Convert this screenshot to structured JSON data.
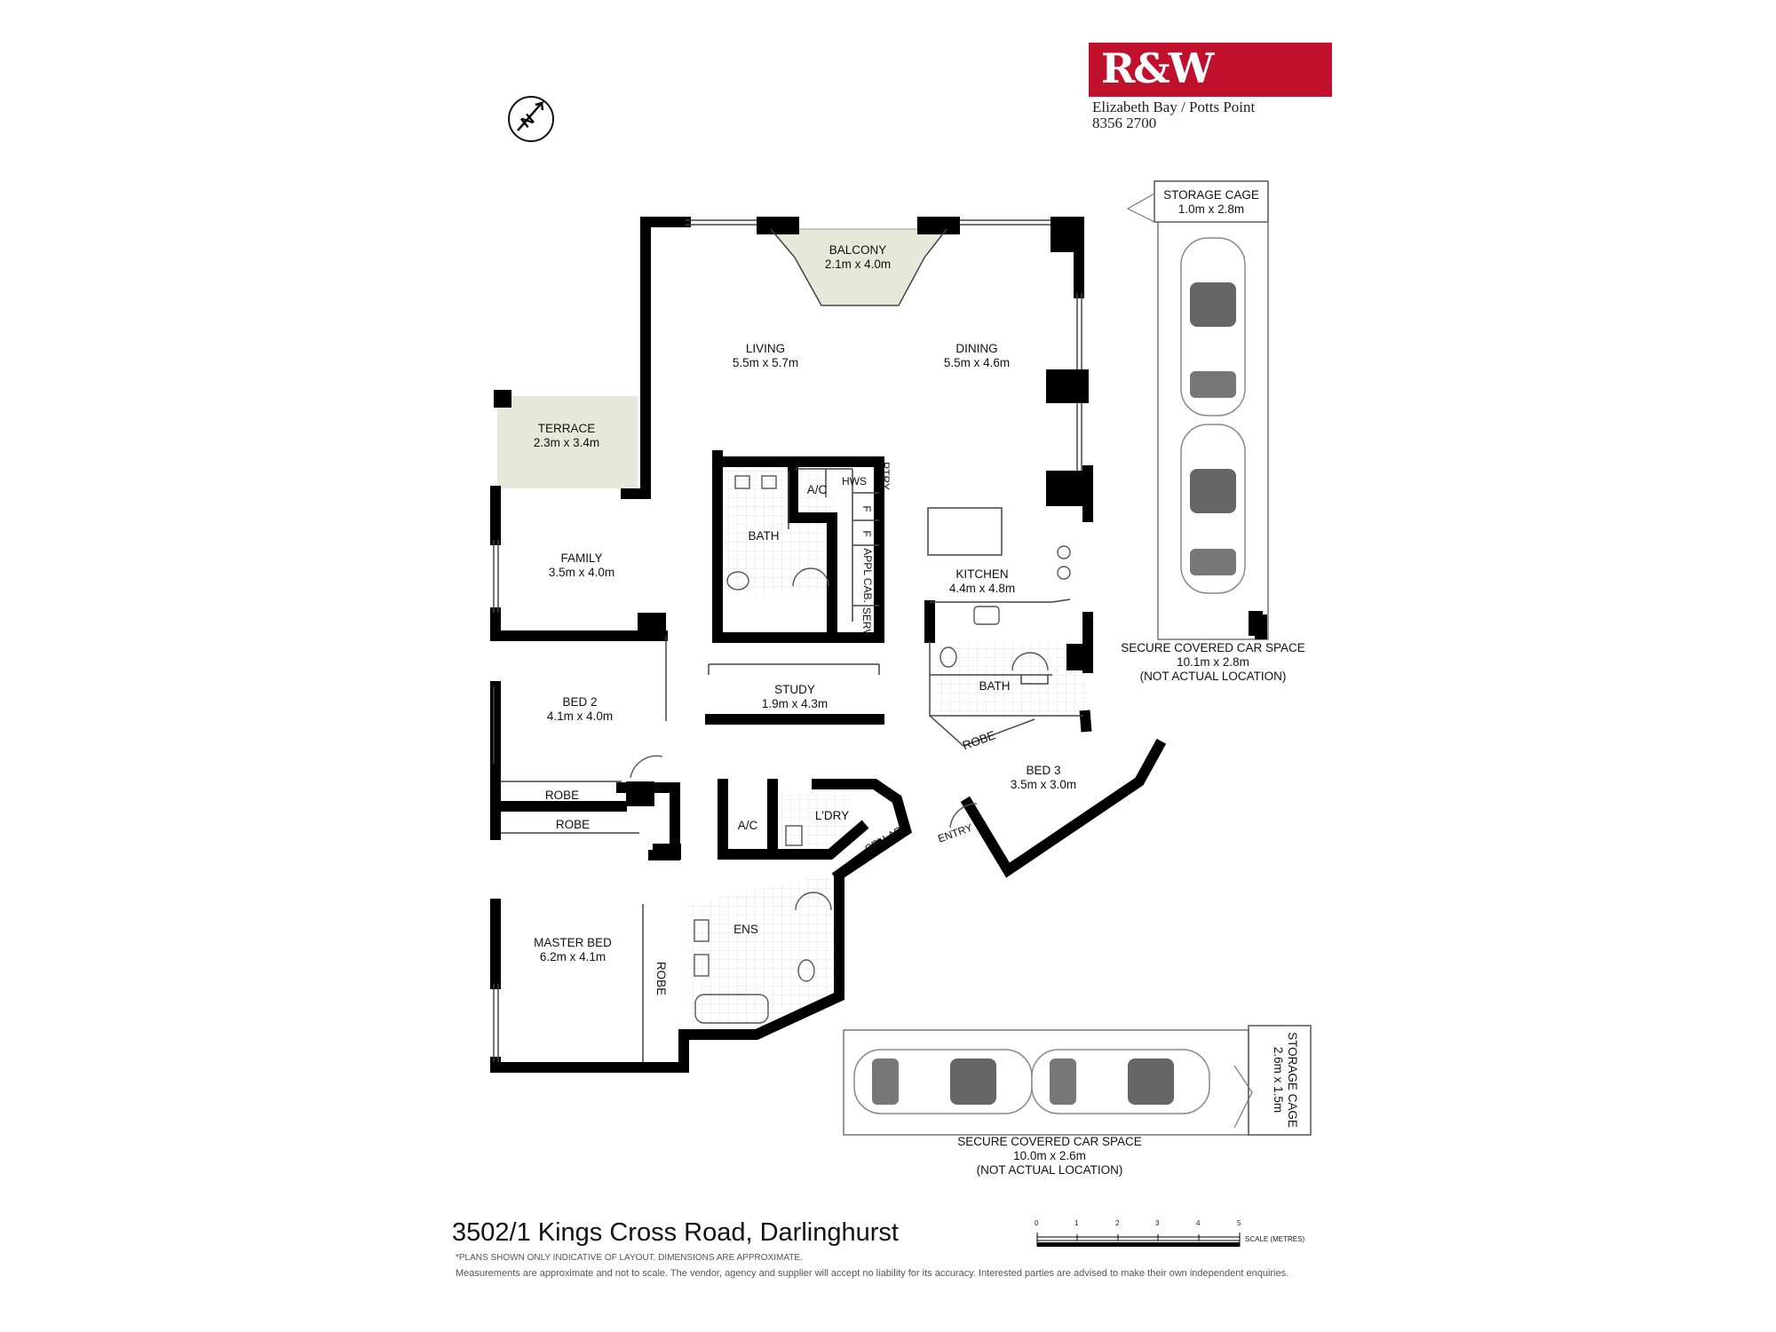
{
  "brand": {
    "logo_text": "R&W",
    "office": "Elizabeth Bay / Potts Point",
    "phone": "8356 2700",
    "color": "#c0102c"
  },
  "compass": {
    "label": "N"
  },
  "rooms": {
    "balcony": {
      "name": "BALCONY",
      "dims": "2.1m x 4.0m"
    },
    "living": {
      "name": "LIVING",
      "dims": "5.5m x 5.7m"
    },
    "dining": {
      "name": "DINING",
      "dims": "5.5m x 4.6m"
    },
    "terrace": {
      "name": "TERRACE",
      "dims": "2.3m x 3.4m"
    },
    "family": {
      "name": "FAMILY",
      "dims": "3.5m x 4.0m"
    },
    "bath_main": {
      "name": "BATH"
    },
    "ac_top": {
      "name": "A/C"
    },
    "hws": {
      "name": "HWS"
    },
    "ptry": {
      "name": "PTRY"
    },
    "f1": {
      "name": "F"
    },
    "f2": {
      "name": "F"
    },
    "appl_cab": {
      "name": "APPL CAB."
    },
    "serv": {
      "name": "SERV"
    },
    "kitchen": {
      "name": "KITCHEN",
      "dims": "4.4m x 4.8m"
    },
    "bed2": {
      "name": "BED 2",
      "dims": "4.1m x 4.0m"
    },
    "study": {
      "name": "STUDY",
      "dims": "1.9m x 4.3m"
    },
    "bath_two": {
      "name": "BATH"
    },
    "robe_bed3": {
      "name": "ROBE"
    },
    "bed3": {
      "name": "BED 3",
      "dims": "3.5m x 3.0m"
    },
    "robe_a": {
      "name": "ROBE"
    },
    "robe_b": {
      "name": "ROBE"
    },
    "ac_low": {
      "name": "A/C"
    },
    "ldry": {
      "name": "L'DRY"
    },
    "cellar": {
      "name": "CELLAR"
    },
    "entry": {
      "name": "ENTRY"
    },
    "ens": {
      "name": "ENS"
    },
    "master": {
      "name": "MASTER BED",
      "dims": "6.2m x 4.1m"
    },
    "robe_master": {
      "name": "ROBE"
    }
  },
  "storage_top": {
    "name": "STORAGE CAGE",
    "dims": "1.0m x 2.8m"
  },
  "carspace_top": {
    "line1": "SECURE COVERED CAR SPACE",
    "dims": "10.1m x 2.8m",
    "note": "(NOT ACTUAL LOCATION)"
  },
  "storage_bottom": {
    "name": "STORAGE CAGE",
    "dims": "2.6m x 1.5m"
  },
  "carspace_bottom": {
    "line1": "SECURE COVERED CAR SPACE",
    "dims": "10.0m x 2.6m",
    "note": "(NOT ACTUAL LOCATION)"
  },
  "address": "3502/1 Kings Cross Road, Darlinghurst",
  "disclaimer_1": "*PLANS SHOWN ONLY INDICATIVE OF LAYOUT. DIMENSIONS ARE APPROXIMATE.",
  "disclaimer_2": "Measurements are approximate and not to scale. The vendor, agency and supplier will accept no liability for its accuracy. Interested parties are advised to make their own independent enquiries.",
  "scale": {
    "label": "SCALE (METRES)",
    "ticks": [
      "0",
      "1",
      "2",
      "3",
      "4",
      "5"
    ]
  }
}
